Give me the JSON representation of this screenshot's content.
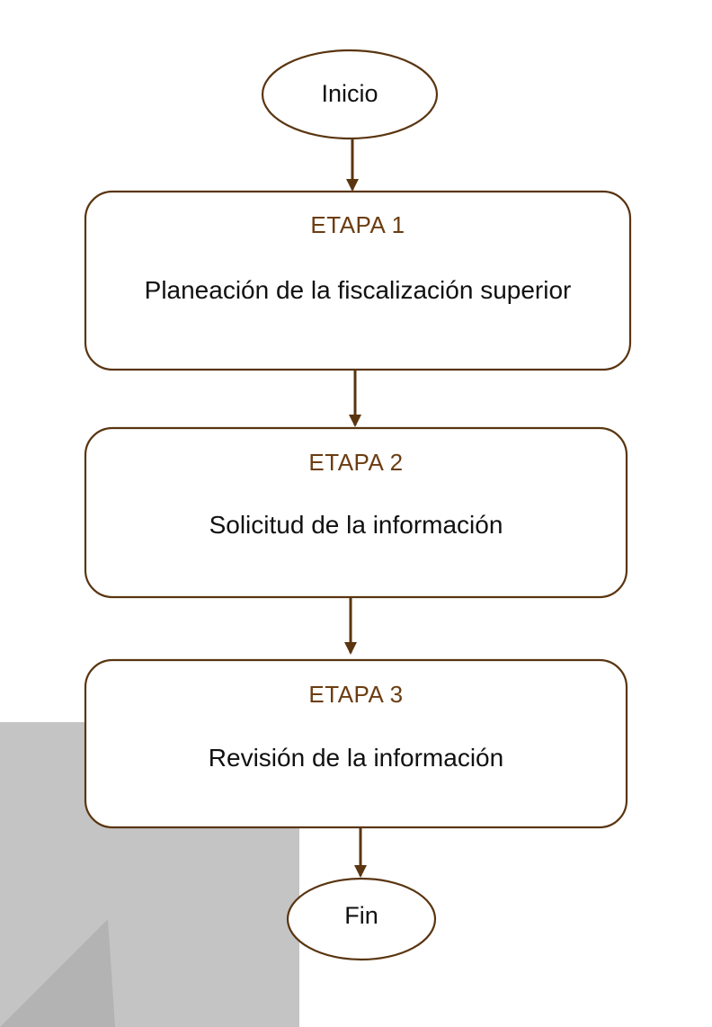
{
  "colors": {
    "stroke": "#5a3510",
    "title_text": "#6b3d12",
    "body_text": "#111111",
    "background_panel": "#c4c4c4",
    "background_shade": "#b3b3b3"
  },
  "start": {
    "label": "Inicio"
  },
  "stages": [
    {
      "title": "ETAPA 1",
      "description": "Planeación de la fiscalización superior"
    },
    {
      "title": "ETAPA 2",
      "description": "Solicitud de la información"
    },
    {
      "title": "ETAPA 3",
      "description": "Revisión de la información"
    }
  ],
  "end": {
    "label": "Fin"
  }
}
